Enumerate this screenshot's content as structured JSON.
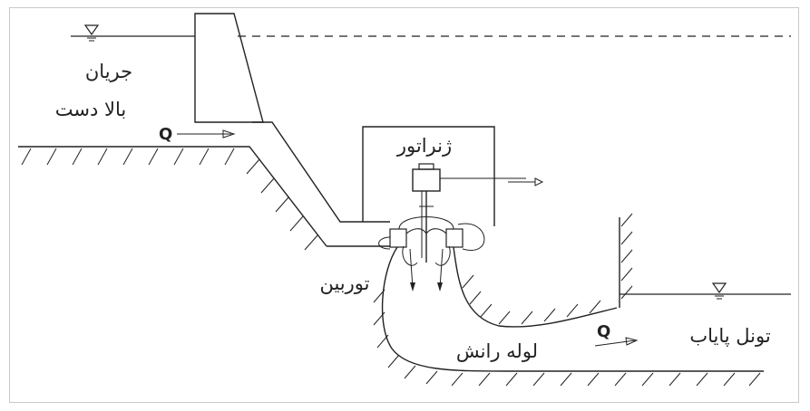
{
  "labels": {
    "upstream_line1": "جریان",
    "upstream_line2": "بالا دست",
    "generator": "ژنراتور",
    "turbine": "توربین",
    "draft_tube": "لوله رانش",
    "tailrace": "تونل پایاب",
    "flow_in": "Q",
    "flow_out": "Q"
  },
  "icons": {
    "water_level_upstream": "water-level-triangle",
    "water_level_downstream": "water-level-triangle",
    "flow_arrow": "arrow-right",
    "power_arrow": "arrow-right"
  },
  "colors": {
    "stroke": "#222222",
    "background": "#ffffff"
  }
}
